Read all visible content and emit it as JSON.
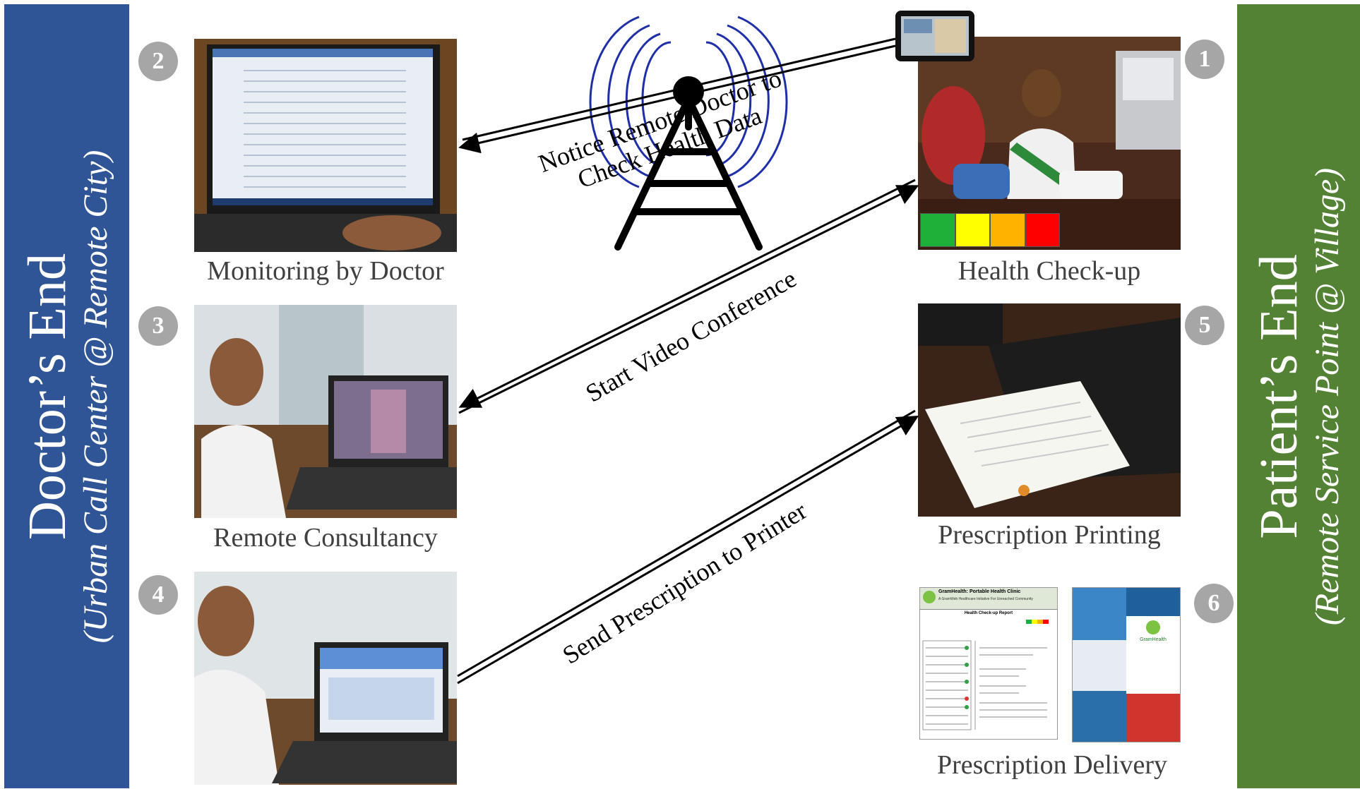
{
  "doctor_end": {
    "title": "Doctor’s End",
    "subtitle": "(Urban Call Center @ Remote City)",
    "color": "#2f5597"
  },
  "patient_end": {
    "title": "Patient’s End",
    "subtitle": "(Remote Service Point @ Village)",
    "color": "#548235"
  },
  "steps": [
    {
      "number": "1",
      "caption": "Health Check-up"
    },
    {
      "number": "2",
      "caption": "Monitoring by Doctor"
    },
    {
      "number": "3",
      "caption": "Remote Consultancy"
    },
    {
      "number": "4",
      "caption": ""
    },
    {
      "number": "5",
      "caption": "Prescription Printing"
    },
    {
      "number": "6",
      "caption": "Prescription Delivery"
    }
  ],
  "arrows": {
    "notice": "Notice Remote Doctor to\nCheck Health Data",
    "video": "Start Video Conference",
    "send": "Send Prescription to Printer"
  },
  "status_colors": [
    "#1fb03a",
    "#ffff00",
    "#ffb300",
    "#ff0000"
  ],
  "prescription_card": {
    "header": "GramHealth: Portable Health Clinic",
    "subheader": "A GramWeb Healthcare Initiative For Unreached Community",
    "report_title": "Health Check-up Report"
  },
  "brochure": {
    "brand": "GramHealth"
  }
}
